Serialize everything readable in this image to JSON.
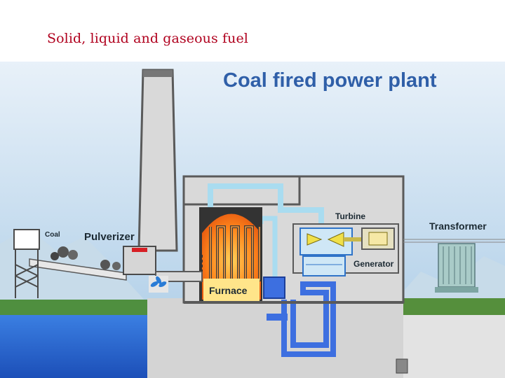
{
  "slide": {
    "title": "Solid, liquid and gaseous fuel"
  },
  "diagram": {
    "heading": "Coal fired power plant",
    "labels": {
      "coal": "Coal",
      "pulverizer": "Pulverizer",
      "furnace": "Furnace",
      "turbine": "Turbine",
      "generator": "Generator",
      "transformer": "Transformer"
    },
    "colors": {
      "sky": "#cfe3f2",
      "ground": "#4f8f3f",
      "water": "#2d6fd6",
      "building": "#d6d6d6",
      "pipe_steam": "#a9dcf0",
      "pipe_water": "#3d6fe0",
      "furnace_glow": "#ff7a1a",
      "heading_color": "#2f5fa8"
    }
  }
}
